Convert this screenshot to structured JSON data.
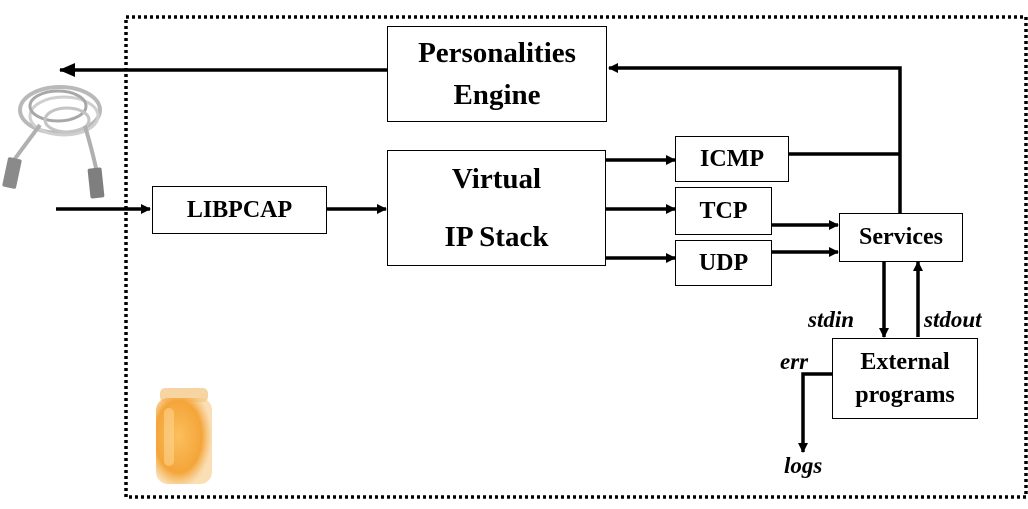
{
  "nodes": {
    "personalities": {
      "line1": "Personalities",
      "line2": "Engine"
    },
    "libpcap": "LIBPCAP",
    "virtual_ip": {
      "line1": "Virtual",
      "line2": "IP Stack"
    },
    "icmp": "ICMP",
    "tcp": "TCP",
    "udp": "UDP",
    "services": "Services",
    "external": {
      "line1": "External",
      "line2": "programs"
    }
  },
  "edge_labels": {
    "stdin": "stdin",
    "stdout": "stdout",
    "err": "err",
    "logs": "logs"
  },
  "icons": {
    "network_cable": "cable-icon",
    "honey_jar": "honey-jar-icon"
  },
  "colors": {
    "line": "#000000",
    "background": "#ffffff",
    "honey": "#f4a53a"
  }
}
